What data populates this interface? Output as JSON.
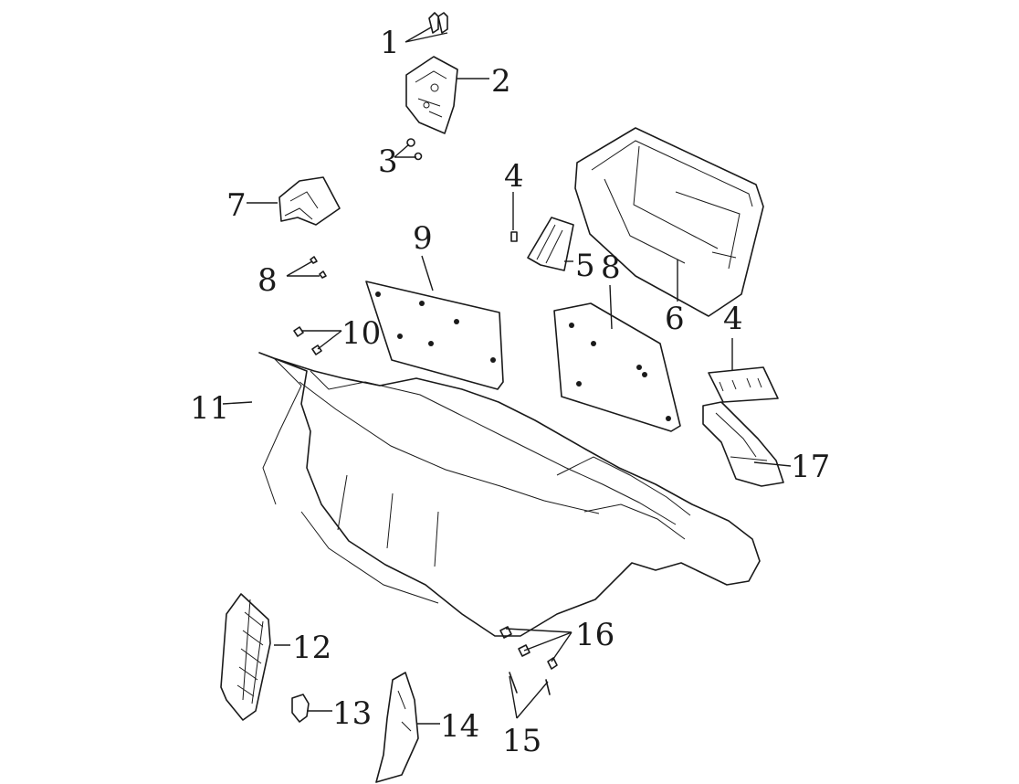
{
  "callouts": {
    "c1": "1",
    "c2": "2",
    "c3": "3",
    "c4a": "4",
    "c4b": "4",
    "c5": "5",
    "c6": "6",
    "c7": "7",
    "c8a": "8",
    "c8b": "8",
    "c9": "9",
    "c10": "10",
    "c11": "11",
    "c12": "12",
    "c13": "13",
    "c14": "14",
    "c15": "15",
    "c16": "16",
    "c17": "17"
  },
  "colors": {
    "line": "#1a1a1a",
    "background": "#ffffff"
  }
}
